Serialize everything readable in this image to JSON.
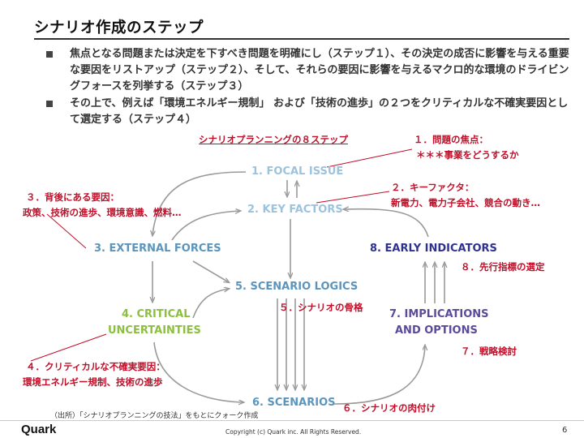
{
  "title": "シナリオ作成のステップ",
  "bullets": [
    "焦点となる問題または決定を下すべき問題を明確にし（ステップ１）、その決定の成否に影響を与える重要な要因をリストアップ（ステップ２）、そして、それらの要因に影響を与えるマクロ的な環境のドライビングフォースを列挙する（ステップ３）",
    "その上で、例えば「環境エネルギー規制」 および「技術の進歩」の２つをクリティカルな不確実要因として選定する（ステップ４）"
  ],
  "diagram_title": "シナリオプランニングの８ステップ",
  "nodes": {
    "focal_issue": "1. FOCAL ISSUE",
    "key_factors": "2. KEY FACTORS",
    "external_forces": "3. EXTERNAL FORCES",
    "critical_1": "4. CRITICAL",
    "critical_2": "UNCERTAINTIES",
    "scenario_logics": "5. SCENARIO LOGICS",
    "scenarios": "6. SCENARIOS",
    "implications_1": "7. IMPLICATIONS",
    "implications_2": "AND OPTIONS",
    "early_indicators": "8. EARLY INDICATORS"
  },
  "annotations": {
    "a1_line1": "１．問題の焦点：",
    "a1_line2": "＊＊＊事業をどうするか",
    "a2_line1": "２．キーファクタ：",
    "a2_line2": "新電力、電力子会社、競合の動き…",
    "a3_line1": "３．背後にある要因：",
    "a3_line2": "政策、技術の進歩、環境意識、燃料…",
    "a4_line1": "４．クリティカルな不確実要因：",
    "a4_line2": "環境エネルギー規制、技術の進歩",
    "a5": "５．シナリオの骨格",
    "a6": "６．シナリオの肉付け",
    "a7": "７．戦略検討",
    "a8": "８．先行指標の選定"
  },
  "colors": {
    "light_blue": "#9cc3dd",
    "blue": "#5b95bd",
    "green": "#8cbf3f",
    "navy": "#2e3192",
    "purple": "#5b4a9a",
    "red": "#c0102a",
    "gray_arrow": "#9a9a9a"
  },
  "source": "（出所）「シナリオプランニングの技法」をもとにクォーク作成",
  "footer": {
    "logo": "Quark",
    "copyright": "Copyright (c) Quark inc. All Rights Reserved.",
    "page": "6"
  }
}
